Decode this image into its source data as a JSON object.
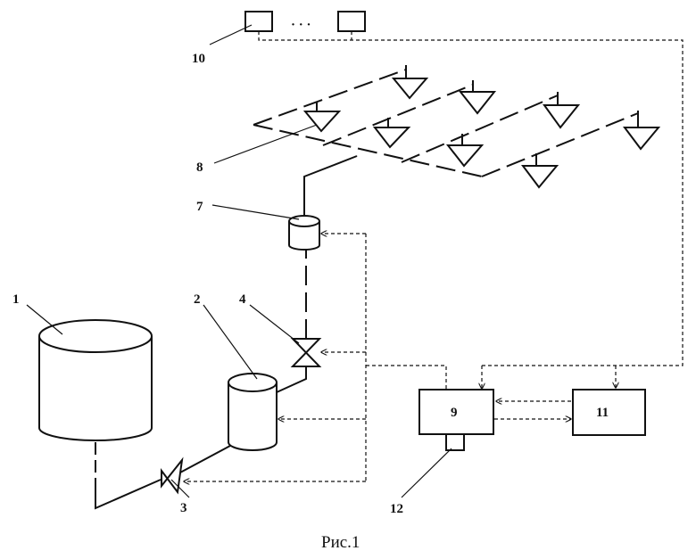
{
  "labels": {
    "tank": "1",
    "vessel": "2",
    "valve_bottom": "3",
    "valve_top": "4",
    "sensor": "7",
    "sprinkler_grid": "8",
    "controller": "9",
    "remote_units": "10",
    "computer": "11",
    "power": "12"
  },
  "ellipsis": "· · ·",
  "caption": "Рис.1"
}
